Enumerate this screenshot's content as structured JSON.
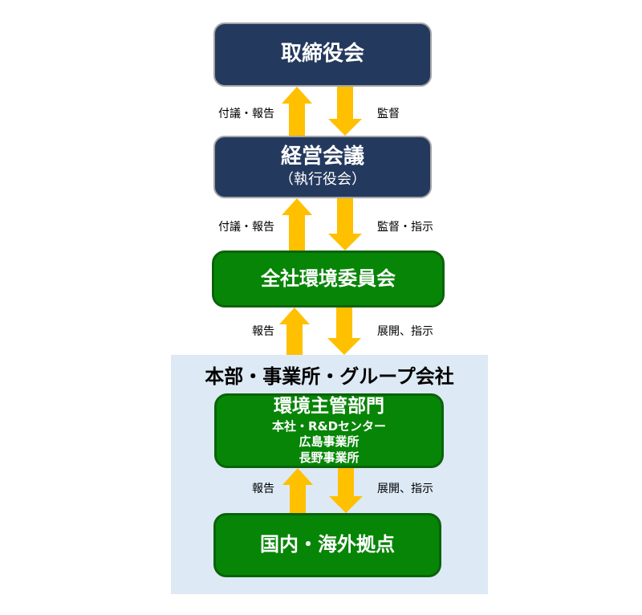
{
  "diagram": {
    "boxes": {
      "board": {
        "label": "取締役会"
      },
      "management": {
        "label": "経営会議",
        "sublabel": "（執行役会）"
      },
      "committee": {
        "label": "全社環境委員会"
      },
      "department": {
        "label": "環境主管部門",
        "lines": [
          "本社・R&Dセンター",
          "広島事業所",
          "長野事業所"
        ]
      },
      "sites": {
        "label": "国内・海外拠点"
      }
    },
    "group": {
      "label": "本部・事業所・グループ会社"
    },
    "flows": [
      {
        "up": "付議・報告",
        "down": "監督"
      },
      {
        "up": "付議・報告",
        "down": "監督・指示"
      },
      {
        "up": "報告",
        "down": "展開、指示"
      },
      {
        "up": "報告",
        "down": "展開、指示"
      }
    ],
    "colors": {
      "navy": "#24395e",
      "green": "#078507",
      "green_border": "#0a630a",
      "arrow": "#ffc000",
      "group_bg": "#dde9f4",
      "box_border": "#a6a6a6"
    }
  }
}
